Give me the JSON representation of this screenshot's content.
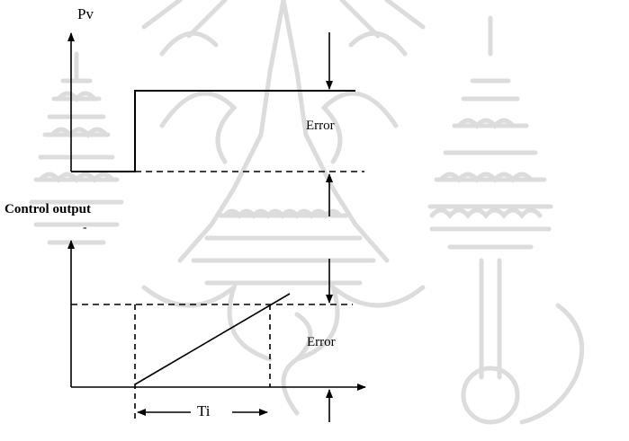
{
  "labels": {
    "pv": "Pv",
    "control_output": "Control output",
    "control_output_mark": "-",
    "error_top": "Error",
    "error_bottom": "Error",
    "ti": "Ti"
  },
  "colors": {
    "line": "#000000",
    "watermark": "#d9d9d9",
    "background": "#ffffff"
  }
}
